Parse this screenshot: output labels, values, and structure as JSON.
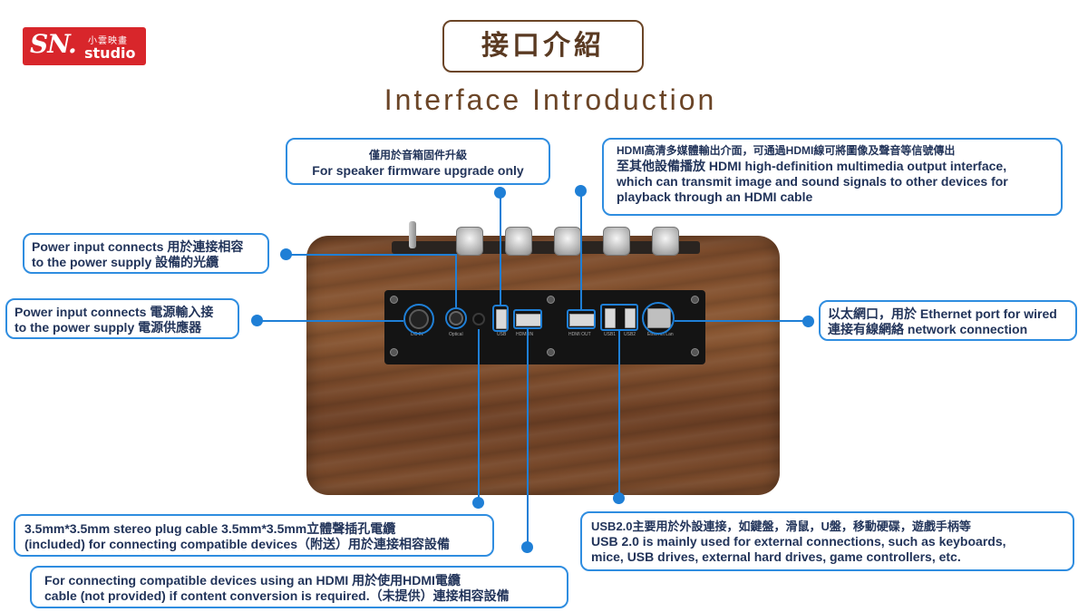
{
  "logo": {
    "mark": "SN.",
    "chinese": "小雲映畫",
    "english": "studio"
  },
  "title": {
    "chinese": "接口介紹",
    "english": "Interface Introduction"
  },
  "panel_labels": [
    "DC IN",
    "Optical",
    "USB",
    "HDMI IN",
    "HDMI OUT",
    "USB1",
    "USB2",
    "Ethernet Lan"
  ],
  "callouts": {
    "firmware": {
      "line1": "僅用於音箱固件升級",
      "line2": "For speaker firmware upgrade only"
    },
    "hdmi_out": {
      "line1": "HDMI高清多媒體輸出介面，可通過HDMI線可將圖像及聲音等信號傳出",
      "line2": "至其他設備播放    HDMI high-definition multimedia output interface,",
      "line3": "which can transmit image and sound signals to other devices for",
      "line4": "playback through an HDMI cable"
    },
    "optical": {
      "line1": "Power input connects  用於連接相容",
      "line2": "to the power supply         設備的光纜"
    },
    "dc_in": {
      "line1": "Power input connects 電源輸入接",
      "line2": "to the power supply  電源供應器"
    },
    "ethernet": {
      "line1": "以太網口，用於 Ethernet port for wired",
      "line2": "連接有線網絡        network connection"
    },
    "aux": {
      "line1": "3.5mm*3.5mm stereo plug cable                  3.5mm*3.5mm立體聲插孔電纜",
      "line2": "(included) for connecting compatible devices（附送）用於連接相容設備"
    },
    "usb": {
      "line1": "USB2.0主要用於外設連接，如鍵盤，滑鼠，U盤，移動硬碟，遊戲手柄等",
      "line2": "USB 2.0 is mainly used for external connections, such as keyboards,",
      "line3": "mice, USB drives, external hard drives, game controllers, etc."
    },
    "hdmi_in": {
      "line1": "For connecting compatible devices using an HDMI          用於使用HDMI電纜",
      "line2": "cable (not provided) if content conversion is required.（未提供）連接相容設備"
    }
  },
  "colors": {
    "accent": "#1f7fd6",
    "brand": "#d8262b",
    "title": "#6b4527",
    "wood": "#7a4a2b"
  }
}
